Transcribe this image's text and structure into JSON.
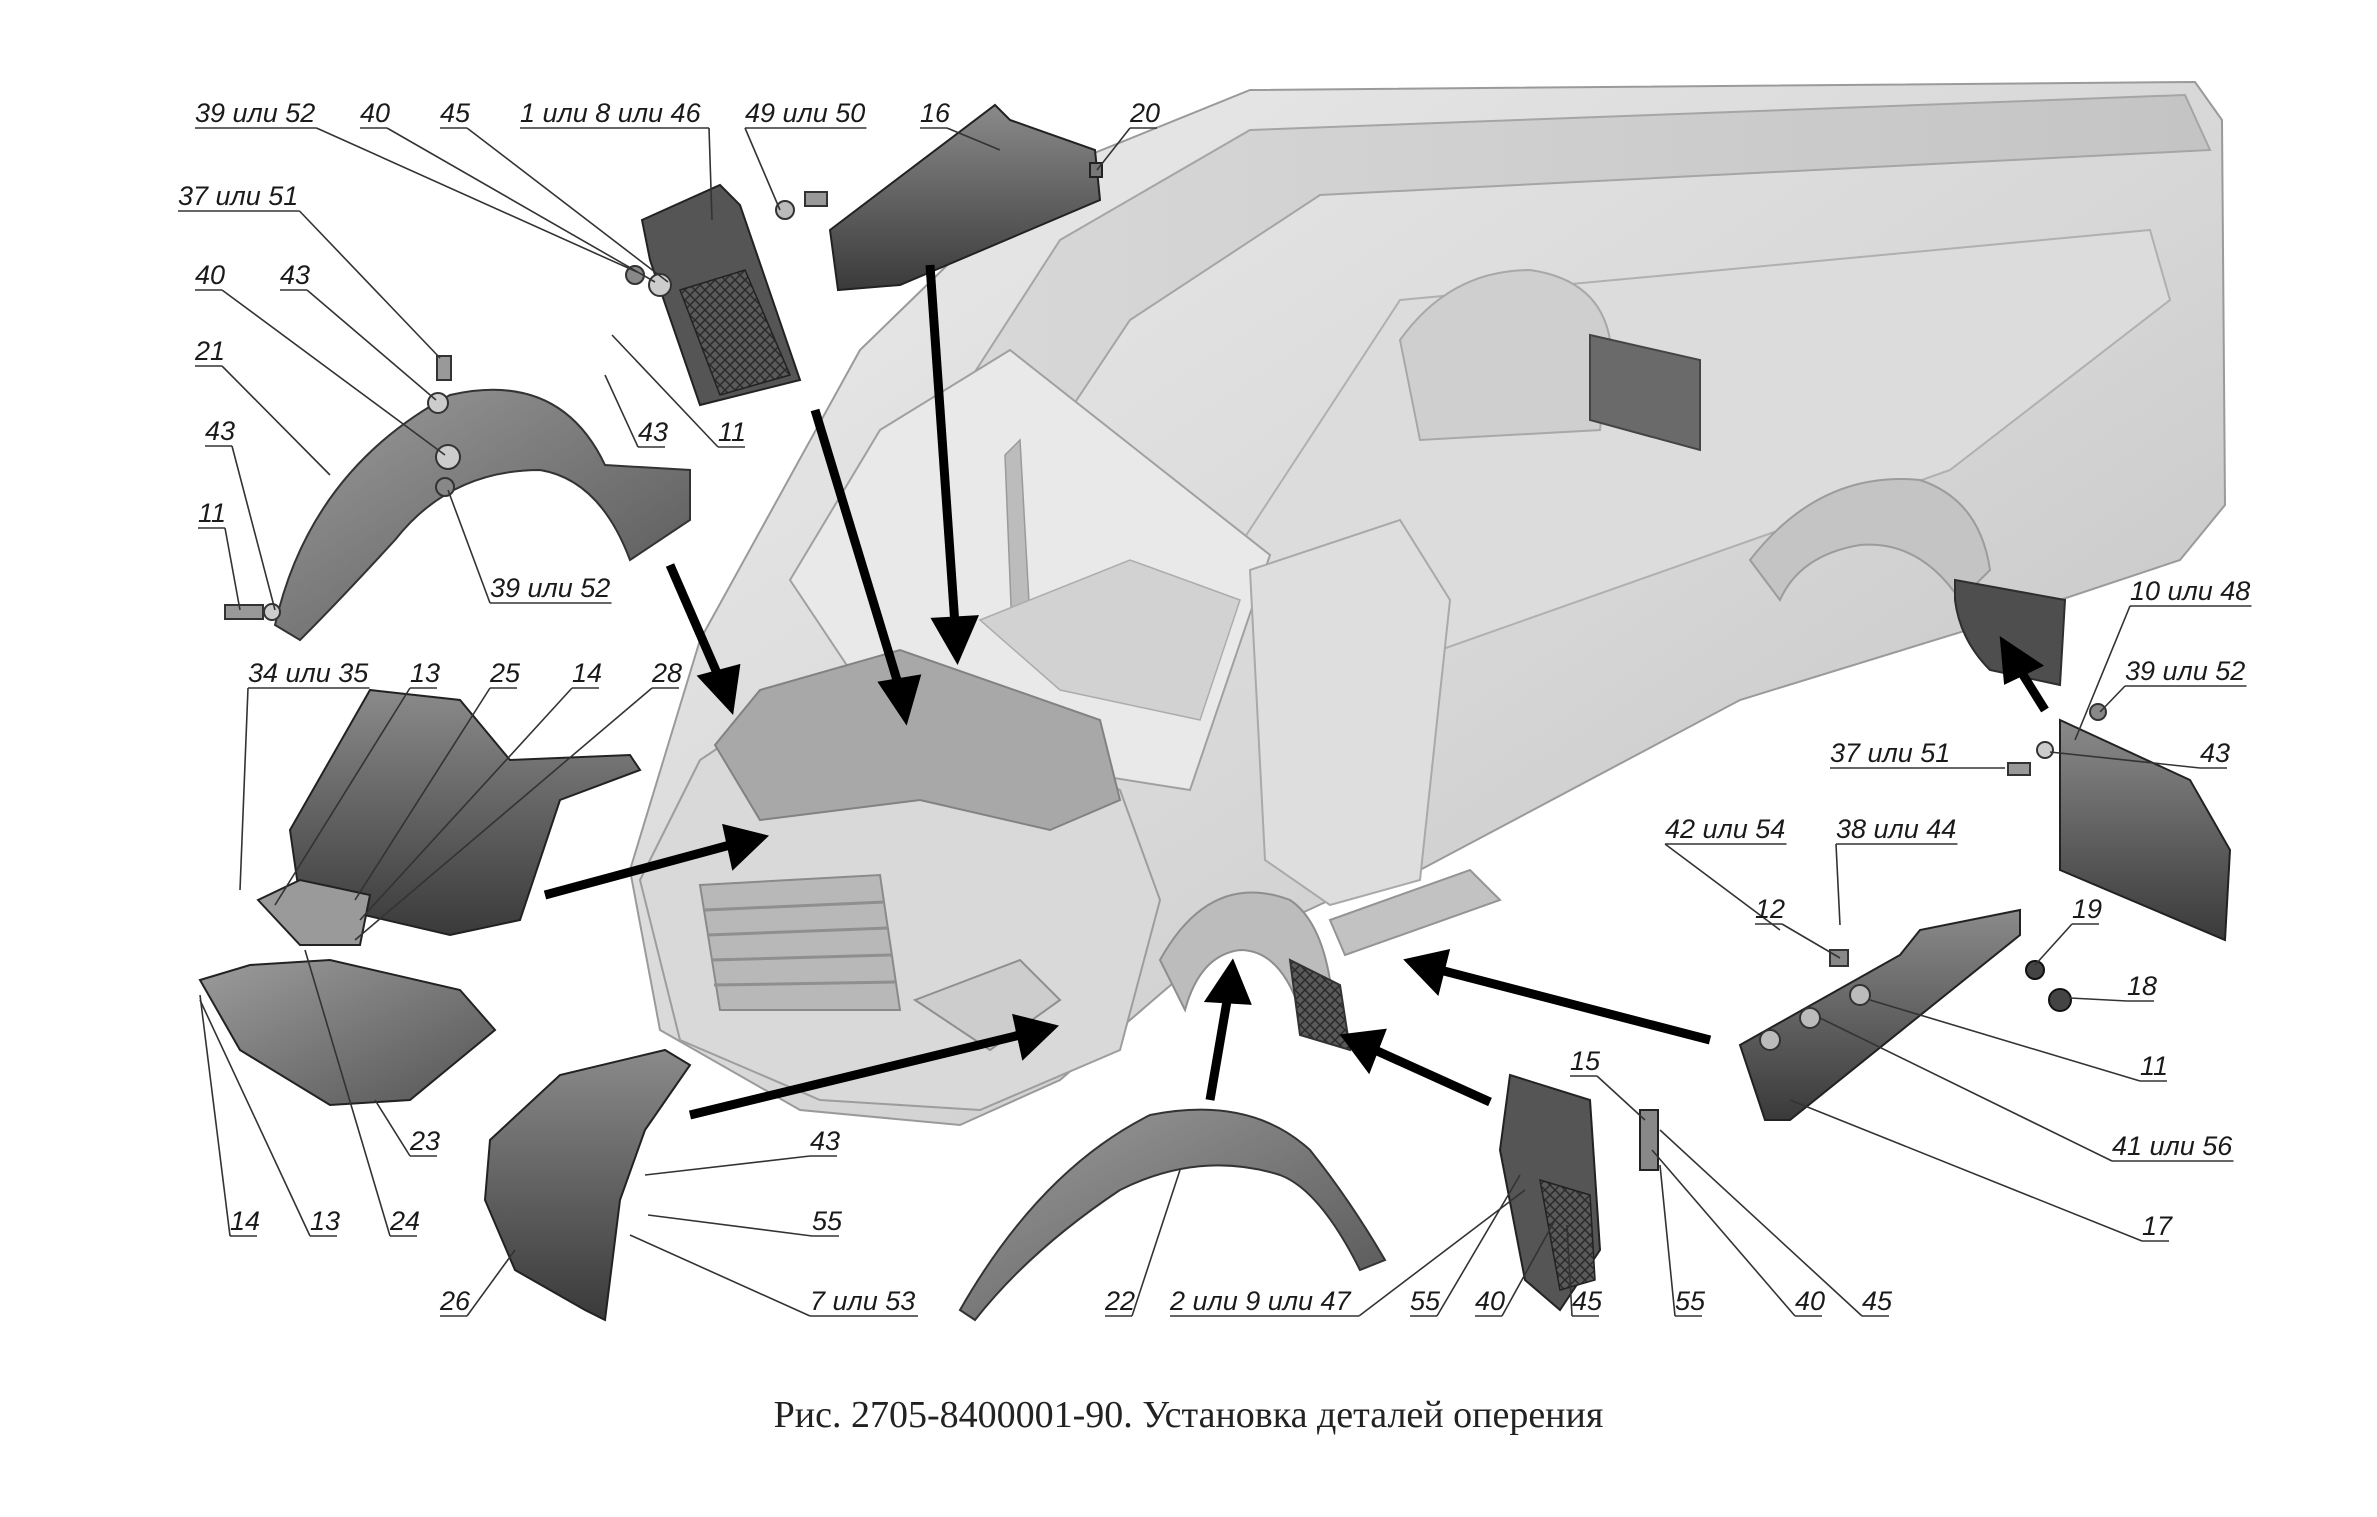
{
  "caption": "Рис. 2705-8400001-90. Установка деталей оперения",
  "colors": {
    "body_light": "#e2e2e2",
    "body_mid": "#cfcfcf",
    "body_shadow": "#b5b5b5",
    "part_dark": "#4a4a4a",
    "part_mid": "#7a7a7a",
    "arrow": "#000000",
    "leader": "#333333"
  },
  "labels": [
    "39 или 52",
    "40",
    "45",
    "1 или 8 или 46",
    "49 или 50",
    "16",
    "20",
    "37 или 51",
    "40",
    "43",
    "21",
    "43",
    "11",
    "43",
    "11",
    "39 или 52",
    "34 или 35",
    "13",
    "25",
    "14",
    "28",
    "10 или 48",
    "39 или 52",
    "37 или 51",
    "43",
    "42 или 54",
    "38 или 44",
    "12",
    "19",
    "18",
    "11",
    "41 или 56",
    "17",
    "43",
    "55",
    "7 или 53",
    "23",
    "14",
    "13",
    "24",
    "26",
    "22",
    "2 или 9 или 47",
    "55",
    "40",
    "45",
    "15",
    "55",
    "40",
    "45"
  ]
}
